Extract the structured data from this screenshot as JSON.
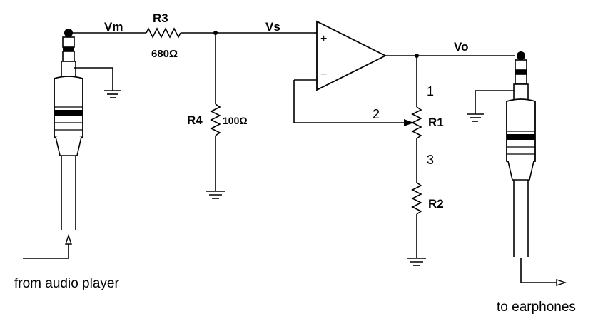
{
  "labels": {
    "vm": "Vm",
    "r3_name": "R3",
    "r3_value": "680Ω",
    "vs": "Vs",
    "vo": "Vo",
    "r4_name": "R4",
    "r4_value": "100Ω",
    "r1_name": "R1",
    "r2_name": "R2",
    "pin1": "1",
    "pin2": "2",
    "pin3": "3",
    "plus": "+",
    "minus": "−",
    "from_audio": "from audio player",
    "to_earphones": "to earphones"
  }
}
